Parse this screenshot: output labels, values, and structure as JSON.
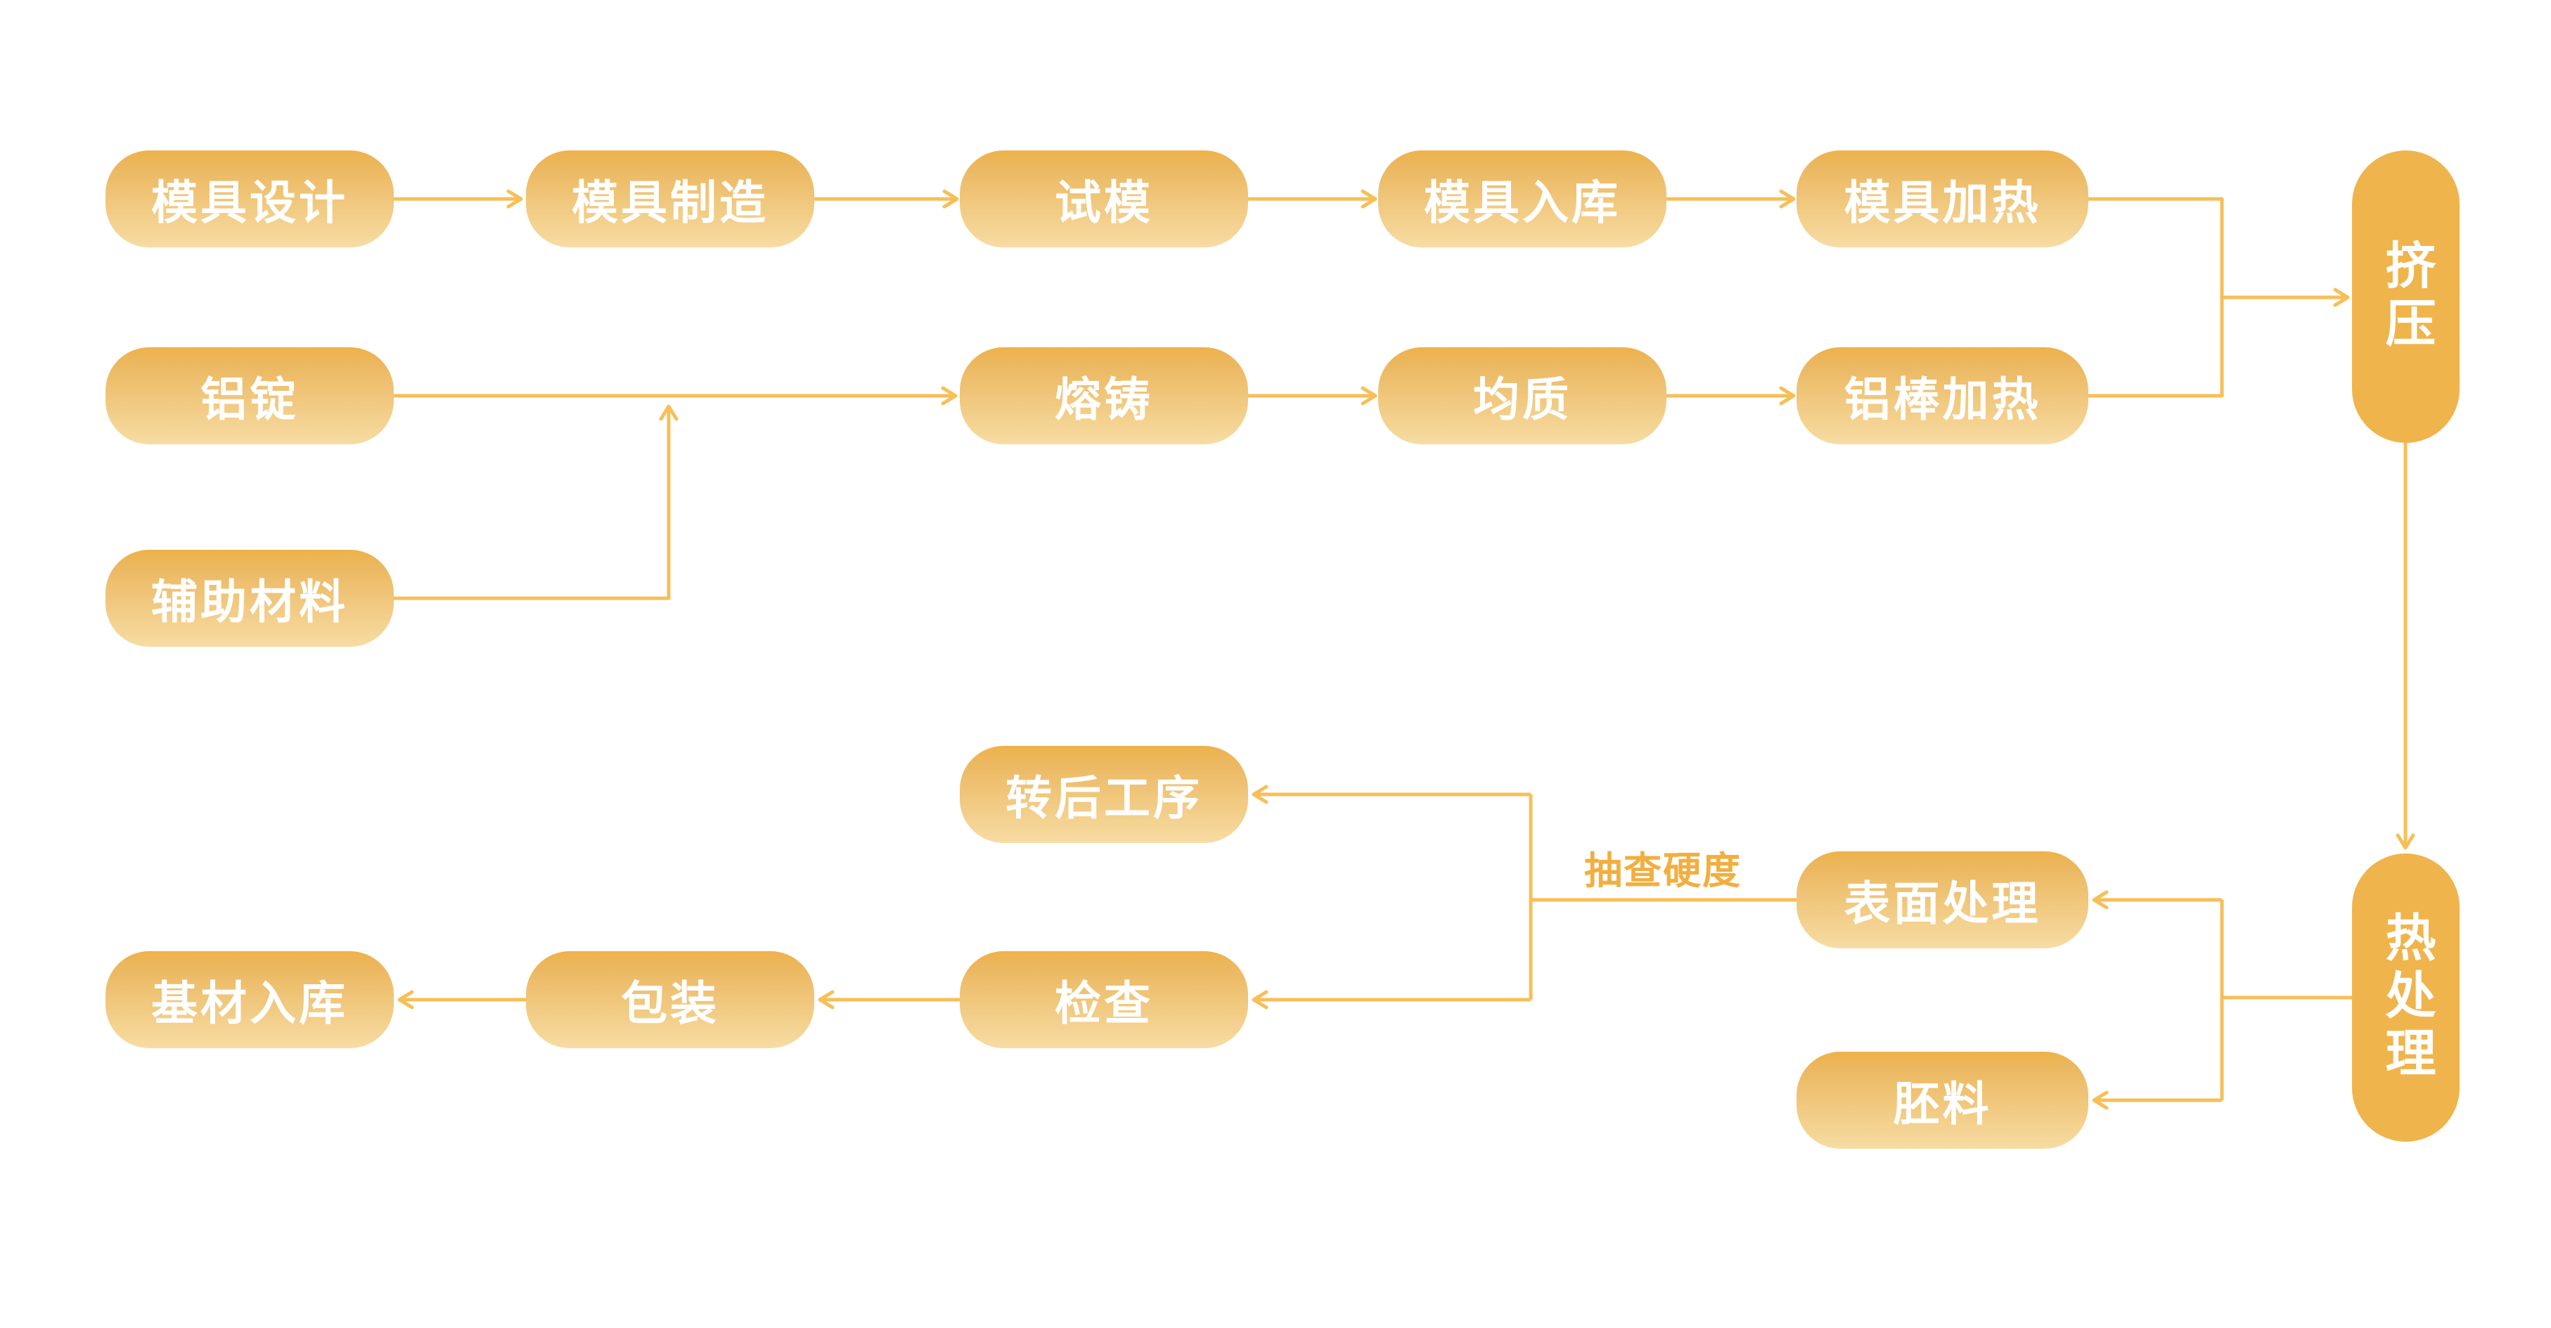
{
  "diagram": {
    "nodes": [
      {
        "id": "mold-design",
        "label": "模具设计"
      },
      {
        "id": "mold-manufacturing",
        "label": "模具制造"
      },
      {
        "id": "mold-trial",
        "label": "试模"
      },
      {
        "id": "mold-warehousing",
        "label": "模具入库"
      },
      {
        "id": "mold-heating",
        "label": "模具加热"
      },
      {
        "id": "aluminum-ingot",
        "label": "铝锭"
      },
      {
        "id": "melting-casting",
        "label": "熔铸"
      },
      {
        "id": "homogenizing",
        "label": "均质"
      },
      {
        "id": "aluminum-rod-heating",
        "label": "铝棒加热"
      },
      {
        "id": "auxiliary-materials",
        "label": "辅助材料"
      },
      {
        "id": "post-transfer-process",
        "label": "转后工序"
      },
      {
        "id": "surface-treatment",
        "label": "表面处理"
      },
      {
        "id": "inspection",
        "label": "检查"
      },
      {
        "id": "packaging",
        "label": "包装"
      },
      {
        "id": "base-material-warehousing",
        "label": "基材入库"
      },
      {
        "id": "blank-material",
        "label": "胚料"
      },
      {
        "id": "extrusion",
        "label": "挤压"
      },
      {
        "id": "heat-treatment",
        "label": "热处理"
      }
    ],
    "edge_label": "抽查硬度",
    "colors": {
      "node_gradient_top": "#EEB24A",
      "node_gradient_mid": "#EBB75F",
      "node_gradient_bottom": "#F7DCA3",
      "pill_fill": "#EFB44B",
      "connector": "#F7BF58",
      "edge_label": "#F2AE3E",
      "node_text": "#FFFFFF",
      "background": "#FFFFFF"
    }
  }
}
